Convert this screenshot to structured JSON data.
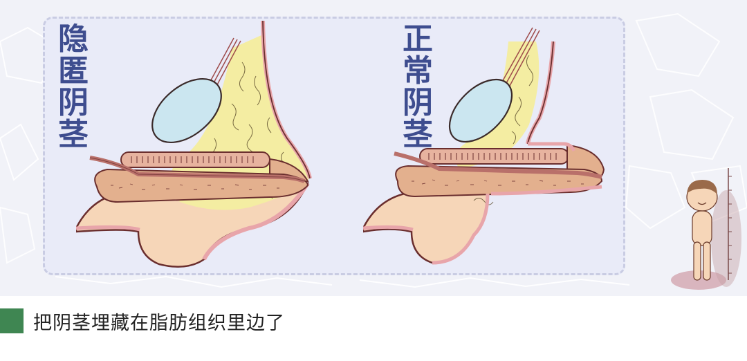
{
  "figure": {
    "panels": [
      {
        "id": "buried",
        "title_chars": [
          "隐",
          "匿",
          "阴",
          "茎"
        ],
        "title": "隐匿阴茎"
      },
      {
        "id": "normal",
        "title_chars": [
          "正",
          "常",
          "阴",
          "茎"
        ],
        "title": "正常阴茎"
      }
    ],
    "caption": "把阴茎埋藏在脂肪组织里边了",
    "colors": {
      "background": "#f1f2f8",
      "panel_fill": "#e9ebf8",
      "panel_dash": "#c9cce3",
      "title_text": "#3e4d8f",
      "fat_tissue": "#f4eda2",
      "cyst_blue": "#cbe6f0",
      "erectile_tissue": "#e3b08e",
      "urethra": "#b9706a",
      "skin": "#f6d6b8",
      "skin_outline": "#e8a5aa",
      "caption_swatch": "#3f8652"
    }
  }
}
